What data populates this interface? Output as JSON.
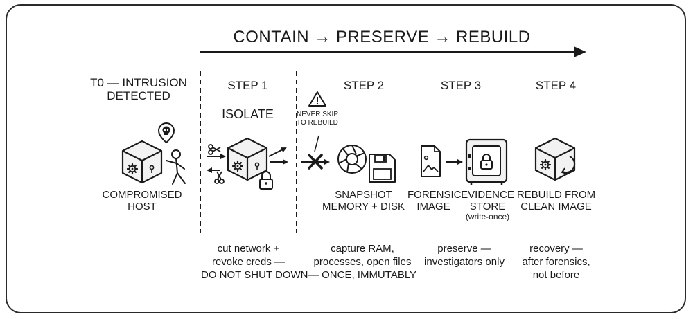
{
  "flow_title": "CONTAIN → PRESERVE → REBUILD",
  "t0": {
    "label_line1": "T0 — INTRUSION",
    "label_line2": "DETECTED",
    "host_line1": "COMPROMISED",
    "host_line2": "HOST"
  },
  "step1": {
    "title": "STEP 1",
    "action": "ISOLATE",
    "desc_line1": "cut network +",
    "desc_line2": "revoke creds —",
    "desc_line3": "DO NOT SHUT DOWN"
  },
  "warning": {
    "line1": "NEVER SKIP",
    "line2": "TO REBUILD"
  },
  "step2": {
    "title": "STEP 2",
    "label_line1": "SNAPSHOT",
    "label_line2": "MEMORY + DISK",
    "desc_line1": "capture RAM,",
    "desc_line2": "processes, open files",
    "desc_line3": "— ONCE, IMMUTABLY"
  },
  "step3": {
    "title": "STEP 3",
    "image_line1": "FORENSIC",
    "image_line2": "IMAGE",
    "store_line1": "EVIDENCE",
    "store_line2": "STORE",
    "store_note": "(write-once)",
    "desc_line1": "preserve —",
    "desc_line2": "investigators only"
  },
  "step4": {
    "title": "STEP 4",
    "label_line1": "REBUILD FROM",
    "label_line2": "CLEAN IMAGE",
    "desc_line1": "recovery —",
    "desc_line2": "after forensics,",
    "desc_line3": "not before"
  },
  "colors": {
    "ink": "#1a1a1a",
    "frame": "#2a2a2a",
    "cube_fill": "#f2f2f2"
  }
}
